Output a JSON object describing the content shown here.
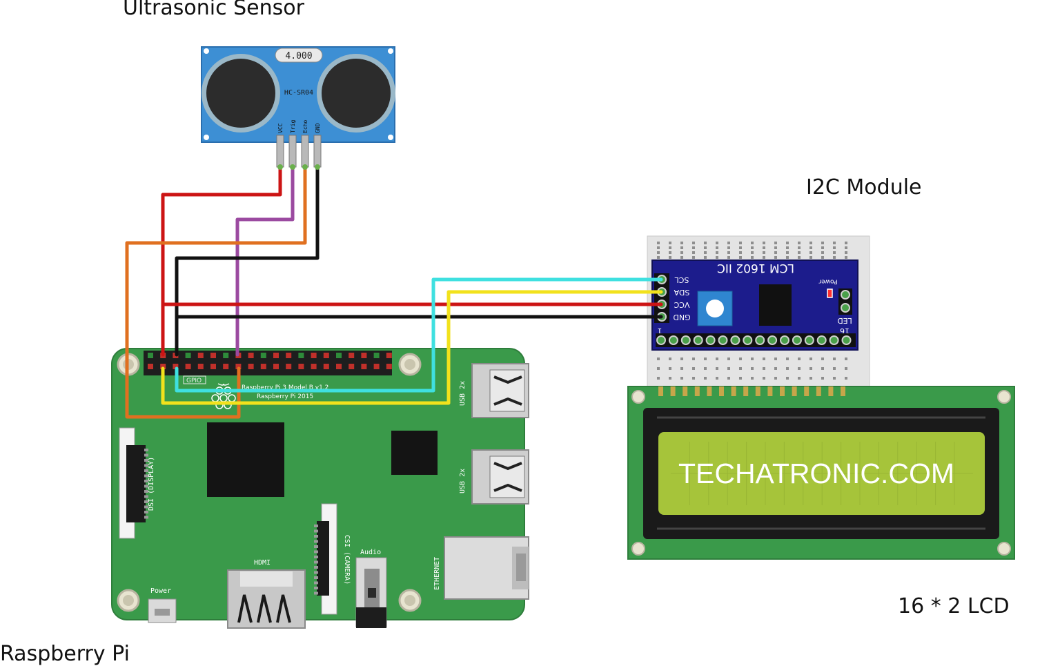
{
  "labels": {
    "ultrasonic_title": "Ultrasonic Sensor",
    "i2c_title": "I2C Module",
    "lcd_title": "16 * 2 LCD",
    "rpi_title": "Raspberry Pi"
  },
  "sensor": {
    "crystal": "4.000",
    "model": "HC-SR04",
    "pins": [
      "VCC",
      "Trig",
      "Echo",
      "GND"
    ]
  },
  "i2c": {
    "title": "LCM 1602 IIC",
    "pins": [
      "SCL",
      "SDA",
      "VCC",
      "GND"
    ],
    "power_label": "Power",
    "led_label": "LED",
    "pin_first": "1",
    "pin_last": "16"
  },
  "lcd": {
    "display_text": "TECHATRONIC.COM"
  },
  "rpi": {
    "gpio_label": "GPIO",
    "model_line1": "Raspberry Pi 3 Model B v1.2",
    "model_line2": "Raspberry Pi 2015",
    "usb_top": "USB 2x",
    "usb_bottom": "USB 2x",
    "dsi_label": "DSI (DISPLAY)",
    "csi_label": "CSI (CAMERA)",
    "hdmi_label": "HDMI",
    "audio_label": "Audio",
    "ethernet_label": "ETHERNET",
    "power_label": "Power"
  },
  "colors": {
    "board_green": "#3a9a4a",
    "sensor_blue": "#3d8fd4",
    "i2c_navy": "#1c1c8c",
    "lcd_screen": "#a6c43a",
    "wire_red": "#cc1414",
    "wire_black": "#111111",
    "wire_orange": "#e07020",
    "wire_purple": "#9b4aa0",
    "wire_cyan": "#3fe0e0",
    "wire_yellow": "#f2e21c"
  }
}
